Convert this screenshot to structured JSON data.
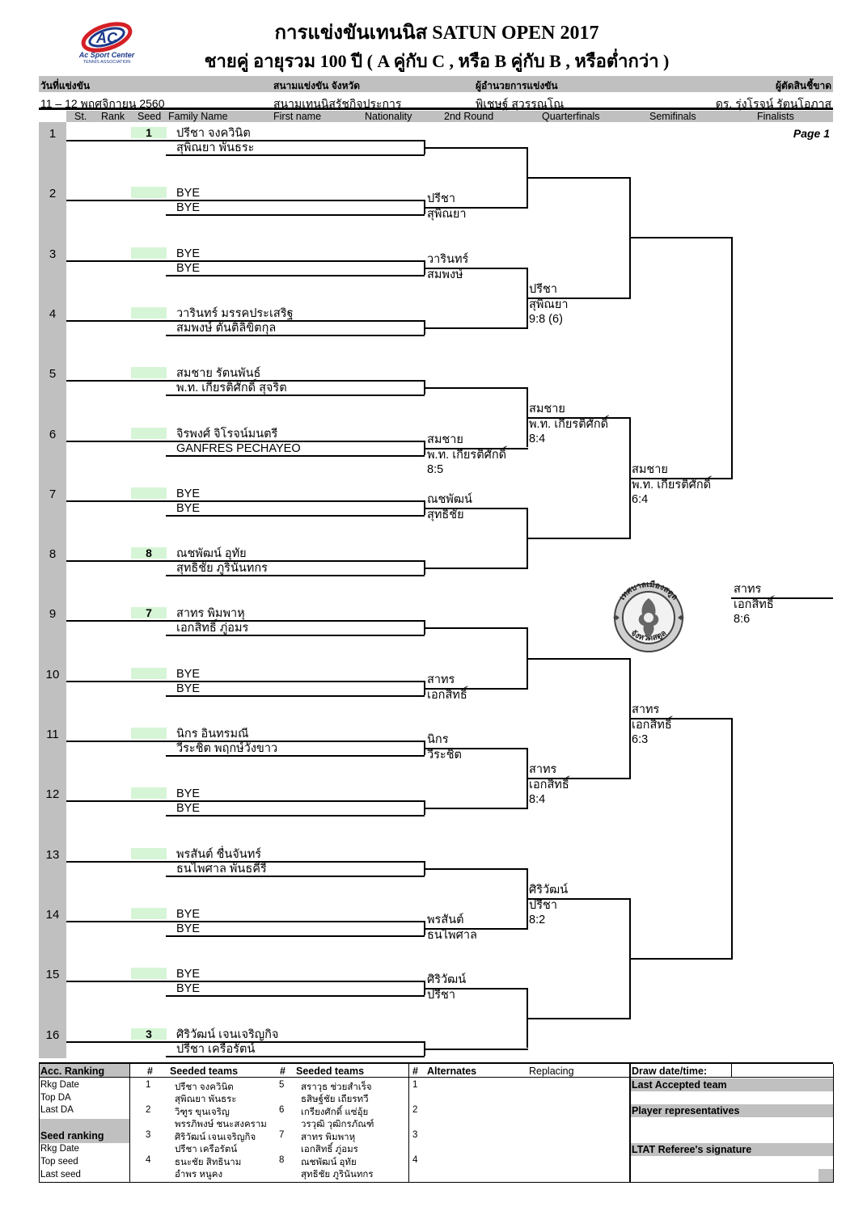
{
  "header": {
    "title_line1": "การแข่งขันเทนนิส  SATUN  OPEN  2017",
    "title_line2": "ชายคู่ อายุรวม    100  ปี  ( A คู่กับ C , หรือ B คู่กับ B , หรือต่ำกว่า )",
    "logo_text": "Ac Sport Center",
    "logo_subtext": "TENNIS ASSOCIATION",
    "logo_mark": "AC",
    "labels": {
      "date": "วันที่แข่งขัน",
      "venue": "สนามแข่งขัน จังหวัด",
      "director": "ผู้อำนวยการแข่งขัน",
      "referee": "ผู้ตัดสินชี้ขาด"
    },
    "values": {
      "date": "11 – 12  พฤศจิกายน   2560",
      "venue": "สนามเทนนิสรัชกิจประการ",
      "director": "พิเชษฐ์  สุวรรณโณ",
      "referee": "ดร. รุ่งโรจน์   รัตนโอภาส"
    },
    "columns": [
      "St.",
      "Rank",
      "Seed",
      "Family Name",
      "First name",
      "Nationality",
      "2nd Round",
      "Quarterfinals",
      "Semifinals",
      "Finalists"
    ],
    "page_label": "Page 1"
  },
  "draw": [
    {
      "num": "1",
      "seed": "1",
      "p1": "ปรีชา  จงควินิต",
      "p2": "สุพิณยา  พันธระ"
    },
    {
      "num": "2",
      "seed": "",
      "p1": "BYE",
      "p2": "BYE"
    },
    {
      "num": "3",
      "seed": "",
      "p1": "BYE",
      "p2": "BYE"
    },
    {
      "num": "4",
      "seed": "",
      "p1": "วารินทร์  มรรคประเสริฐ",
      "p2": "สมพงษ์  ตันติลิขิตกุล"
    },
    {
      "num": "5",
      "seed": "",
      "p1": "สมชาย  รัตนพันธ์",
      "p2": "พ.ท. เกียรติศักดิ์   สุจริต"
    },
    {
      "num": "6",
      "seed": "",
      "p1": "จิรพงศ์  จิโรจน์มนตรี",
      "p2": "GANFRES  PECHAYEO"
    },
    {
      "num": "7",
      "seed": "",
      "p1": "BYE",
      "p2": "BYE"
    },
    {
      "num": "8",
      "seed": "8",
      "p1": "ณชพัฒน์  อุทัย",
      "p2": "สุทธิชัย  ภูรินันทกร"
    },
    {
      "num": "9",
      "seed": "7",
      "p1": "สาทร  พิมพาหุ",
      "p2": "เอกสิทธิ์  ภู่อมร"
    },
    {
      "num": "10",
      "seed": "",
      "p1": "BYE",
      "p2": "BYE"
    },
    {
      "num": "11",
      "seed": "",
      "p1": "นิกร   อินทรมณี",
      "p2": "วีระชิต  พฤกษ์วังขาว"
    },
    {
      "num": "12",
      "seed": "",
      "p1": "BYE",
      "p2": "BYE"
    },
    {
      "num": "13",
      "seed": "",
      "p1": "พรสันต์  ชื่นจันทร์",
      "p2": "ธนไพศาล  พันธคีรี"
    },
    {
      "num": "14",
      "seed": "",
      "p1": "BYE",
      "p2": "BYE"
    },
    {
      "num": "15",
      "seed": "",
      "p1": "BYE",
      "p2": "BYE"
    },
    {
      "num": "16",
      "seed": "3",
      "p1": "ศิริวัฒน์  เจนเจริญกิจ",
      "p2": "ปรีชา  เครือรัตน์"
    }
  ],
  "round2": [
    {
      "n1": "ปรีชา",
      "n2": "สุพิณยา",
      "score": ""
    },
    {
      "n1": "วารินทร์",
      "n2": "สมพงษ์",
      "score": ""
    },
    {
      "n1": "สมชาย",
      "n2": "พ.ท. เกียรติศักดิ์",
      "score": "8:5"
    },
    {
      "n1": "ณชพัฒน์",
      "n2": "สุทธิชัย",
      "score": ""
    },
    {
      "n1": "สาทร",
      "n2": "เอกสิทธิ์",
      "score": ""
    },
    {
      "n1": "นิกร",
      "n2": "วีระชิต",
      "score": ""
    },
    {
      "n1": "พรสันต์",
      "n2": "ธนไพศาล",
      "score": ""
    },
    {
      "n1": "ศิริวัฒน์",
      "n2": "ปรีชา",
      "score": ""
    }
  ],
  "quarterfinals": [
    {
      "n1": "ปรีชา",
      "n2": "สุพิณยา",
      "score": "9:8 (6)"
    },
    {
      "n1": "สมชาย",
      "n2": "พ.ท. เกียรติศักดิ์",
      "score": "8:4"
    },
    {
      "n1": "สาทร",
      "n2": "เอกสิทธิ์",
      "score": "8:4"
    },
    {
      "n1": "ศิริวัฒน์",
      "n2": "ปรีชา",
      "score": "8:2"
    }
  ],
  "semifinals": [
    {
      "n1": "สมชาย",
      "n2": "พ.ท. เกียรติศักดิ์",
      "score": "6:4"
    },
    {
      "n1": "สาทร",
      "n2": "เอกสิทธิ์",
      "score": "6:3"
    }
  ],
  "final": {
    "n1": "สาทร",
    "n2": "เอกสิทธิ์",
    "score": "8:6"
  },
  "seal": {
    "top_text": "เทศบาลเมืองสตูล",
    "bottom_text": "จังหวัดสตูล"
  },
  "footer": {
    "acc_ranking": "Acc. Ranking",
    "rkg_date": "Rkg Date",
    "top_da": "Top DA",
    "last_da": "Last DA",
    "seed_ranking": "Seed ranking",
    "rkg_date2": "Rkg Date",
    "top_seed": "Top seed",
    "last_seed": "Last seed",
    "hash": "#",
    "seeded_teams": "Seeded teams",
    "seeds": [
      {
        "num": "1",
        "p1": "ปรีชา  จงควินิต",
        "p2": "สุพิณยา  พันธระ"
      },
      {
        "num": "2",
        "p1": "วิฑูร  ขุนเจริญ",
        "p2": "พรรภิพงษ์  ชนะสงคราม"
      },
      {
        "num": "3",
        "p1": "ศิริวัฒน์  เจนเจริญกิจ",
        "p2": "ปรีชา  เครือรัตน์"
      },
      {
        "num": "4",
        "p1": "ธนะชัย  สิทธินาม",
        "p2": "อำพร  หนูคง"
      },
      {
        "num": "5",
        "p1": "สราวุธ   ช่วยสำเร็จ",
        "p2": "ธสิษฐ์ชัย  เถียรทวี"
      },
      {
        "num": "6",
        "p1": "เกรียงศักดิ์  แซ่อุ้ย",
        "p2": "วรวุฒิ   วุฒิกรภัณฑ์"
      },
      {
        "num": "7",
        "p1": "สาทร  พิมพาหุ",
        "p2": "เอกสิทธิ์  ภู่อมร"
      },
      {
        "num": "8",
        "p1": "ณชพัฒน์  อุทัย",
        "p2": "สุทธิชัย  ภูรินันทกร"
      }
    ],
    "alternates": "Alternates",
    "replacing": "Replacing",
    "alt_nums": [
      "1",
      "2",
      "3",
      "4"
    ],
    "draw_datetime": "Draw date/time:",
    "last_accepted": "Last Accepted team",
    "player_reps": "Player representatives",
    "referee_sig": "LTAT Referee's signature"
  }
}
